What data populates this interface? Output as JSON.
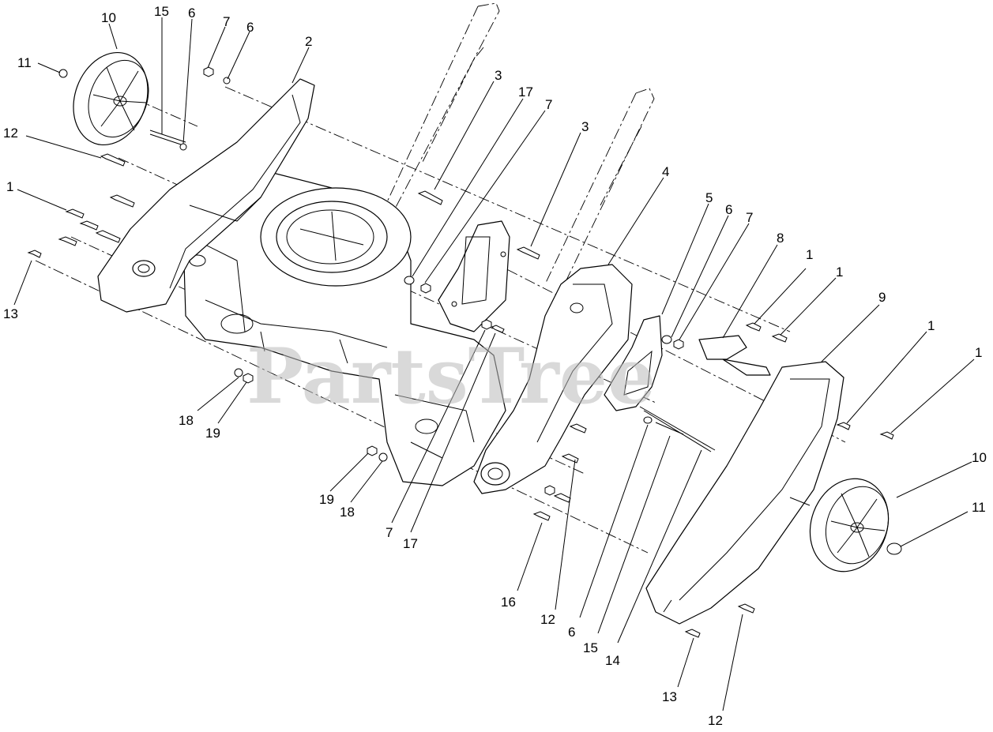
{
  "watermark": "PartsTree",
  "callouts": [
    {
      "id": "c10a",
      "label": "10"
    },
    {
      "id": "c15a",
      "label": "15"
    },
    {
      "id": "c6a",
      "label": "6"
    },
    {
      "id": "c7a",
      "label": "7"
    },
    {
      "id": "c6b",
      "label": "6"
    },
    {
      "id": "c2",
      "label": "2"
    },
    {
      "id": "c11a",
      "label": "11"
    },
    {
      "id": "c12a",
      "label": "12"
    },
    {
      "id": "c1a",
      "label": "1"
    },
    {
      "id": "c13a",
      "label": "13"
    },
    {
      "id": "c3a",
      "label": "3"
    },
    {
      "id": "c17a",
      "label": "17"
    },
    {
      "id": "c7b",
      "label": "7"
    },
    {
      "id": "c3b",
      "label": "3"
    },
    {
      "id": "c4",
      "label": "4"
    },
    {
      "id": "c5",
      "label": "5"
    },
    {
      "id": "c6c",
      "label": "6"
    },
    {
      "id": "c7c",
      "label": "7"
    },
    {
      "id": "c8",
      "label": "8"
    },
    {
      "id": "c1b",
      "label": "1"
    },
    {
      "id": "c1c",
      "label": "1"
    },
    {
      "id": "c9",
      "label": "9"
    },
    {
      "id": "c1d",
      "label": "1"
    },
    {
      "id": "c1e",
      "label": "1"
    },
    {
      "id": "c18a",
      "label": "18"
    },
    {
      "id": "c19a",
      "label": "19"
    },
    {
      "id": "c19b",
      "label": "19"
    },
    {
      "id": "c18b",
      "label": "18"
    },
    {
      "id": "c7d",
      "label": "7"
    },
    {
      "id": "c17b",
      "label": "17"
    },
    {
      "id": "c16",
      "label": "16"
    },
    {
      "id": "c12b",
      "label": "12"
    },
    {
      "id": "c6d",
      "label": "6"
    },
    {
      "id": "c15b",
      "label": "15"
    },
    {
      "id": "c14",
      "label": "14"
    },
    {
      "id": "c10b",
      "label": "10"
    },
    {
      "id": "c11b",
      "label": "11"
    },
    {
      "id": "c13b",
      "label": "13"
    },
    {
      "id": "c12c",
      "label": "12"
    }
  ]
}
